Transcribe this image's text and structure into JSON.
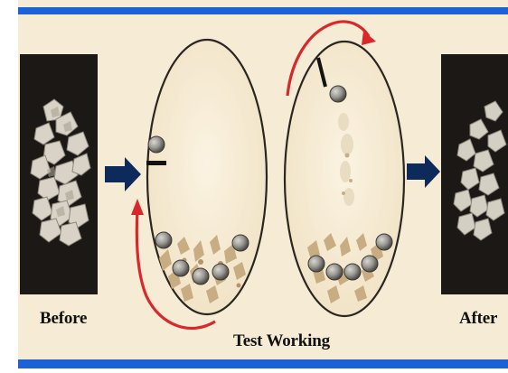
{
  "captions": {
    "before": "Before",
    "after": "After",
    "process": "Test Working"
  },
  "colors": {
    "background": "#f6ecd6",
    "border_blue": "#1a62d6",
    "arrow_navy": "#0e2a5a",
    "rotation_red": "#d8282a",
    "ball_grey": "#8c8a86",
    "photo_background": "#1c1816"
  },
  "icons": {
    "direction_arrow": "right-arrow-icon",
    "rotation_arrow": "curved-arrow-icon"
  }
}
